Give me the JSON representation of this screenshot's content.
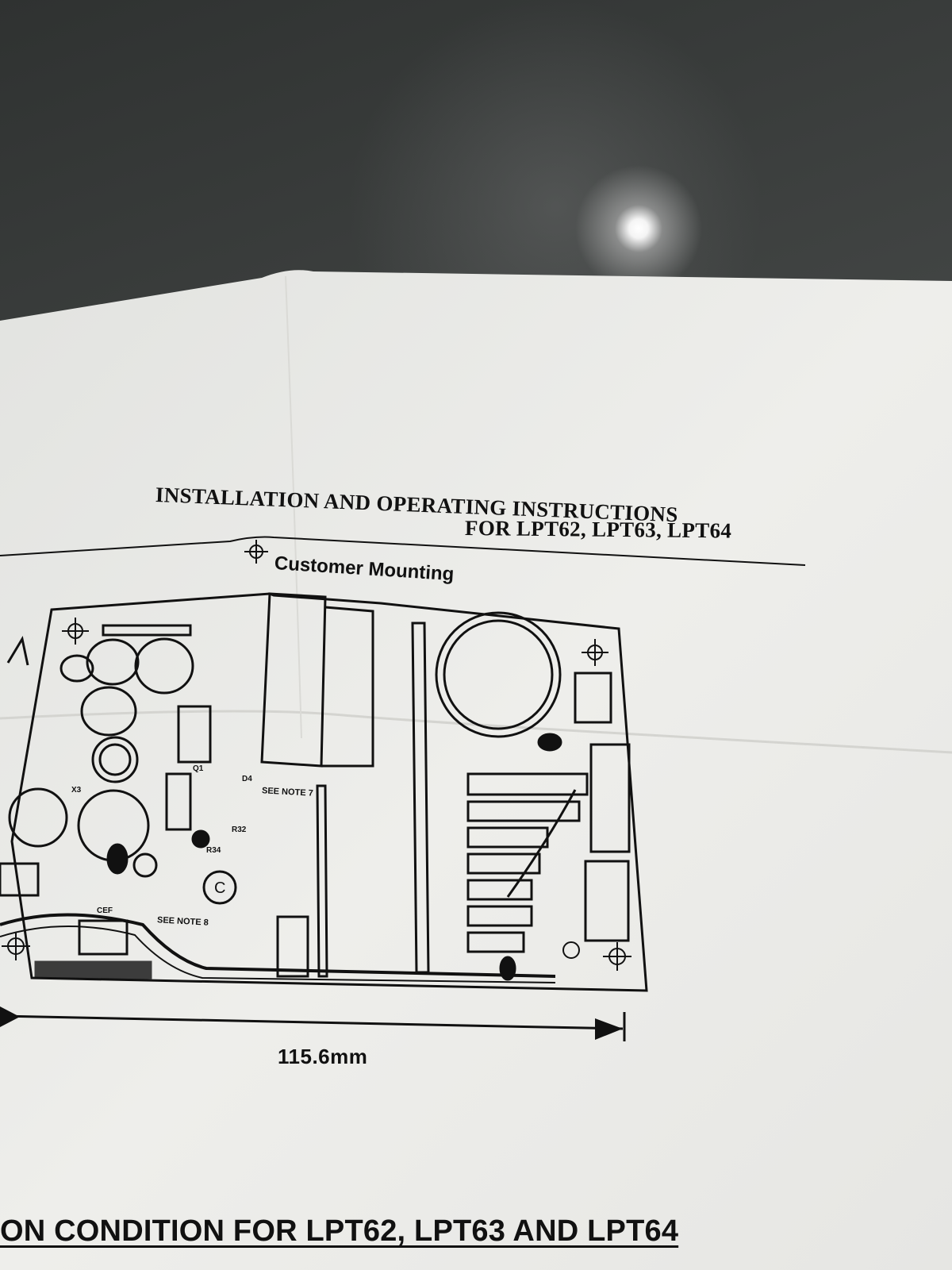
{
  "document": {
    "title_line1": "INSTALLATION AND OPERATING INSTRUCTIONS",
    "title_line2": "FOR LPT62, LPT63, LPT64",
    "legend_label": "Customer Mounting",
    "dimension_label": "115.6mm",
    "section_heading": "ON CONDITION FOR LPT62, LPT63 AND LPT64",
    "diagram_callouts": {
      "note7": "SEE NOTE 7",
      "note8": "SEE NOTE 8",
      "point_c": "C",
      "q1": "Q1",
      "d4": "D4",
      "r32": "R32",
      "r34": "R34",
      "x3": "X3",
      "cef": "CEF"
    }
  },
  "colors": {
    "paper": "#ededea",
    "ink": "#111111",
    "counter": "#3c3f3e"
  },
  "icons": {
    "mounting_symbol": "crosshair-circle-icon",
    "dimension_arrow": "double-arrow-icon"
  }
}
